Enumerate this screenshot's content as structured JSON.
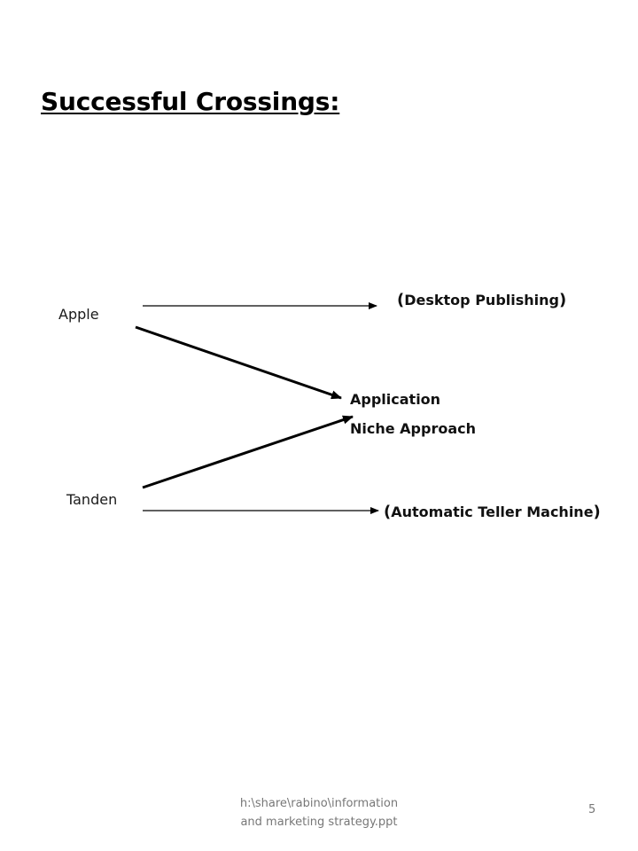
{
  "slide": {
    "title": "Successful Crossings:",
    "sources": {
      "apple": "Apple",
      "tanden": "Tanden"
    },
    "targets": {
      "desktop_publishing": "Desktop Publishing",
      "application": "Application",
      "niche_approach": "Niche Approach",
      "atm": "Automatic Teller Machine"
    },
    "paren_open": "(",
    "paren_close": ")"
  },
  "footer": {
    "path_line1": "h:\\share\\rabino\\information",
    "path_line2": "and marketing strategy.ppt",
    "page_number": "5"
  }
}
